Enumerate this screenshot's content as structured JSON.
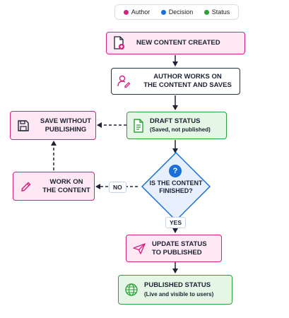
{
  "legend": [
    {
      "label": "Author",
      "color": "#d6227f"
    },
    {
      "label": "Decision",
      "color": "#1a6fd8"
    },
    {
      "label": "Status",
      "color": "#2ea03a"
    }
  ],
  "nodes": {
    "new_content": {
      "label": "NEW CONTENT CREATED",
      "icon": "document-add-icon"
    },
    "author_works": {
      "line1": "AUTHOR WORKS ON",
      "line2": "THE CONTENT AND SAVES",
      "icon": "user-edit-icon"
    },
    "draft_status": {
      "label": "DRAFT STATUS",
      "sub": "(Saved, not published)",
      "icon": "document-icon"
    },
    "save_without": {
      "line1": "SAVE WITHOUT",
      "line2": "PUBLISHING",
      "icon": "save-icon"
    },
    "decision": {
      "line1": "IS THE CONTENT",
      "line2": "FINISHED?",
      "icon": "question-icon",
      "icon_text": "?"
    },
    "work_on": {
      "line1": "WORK ON",
      "line2": "THE CONTENT",
      "icon": "pencil-icon"
    },
    "update_status": {
      "line1": "UPDATE STATUS",
      "line2": "TO PUBLISHED",
      "icon": "send-icon"
    },
    "published_status": {
      "label": "PUBLISHED STATUS",
      "sub": "(Live and visible to users)",
      "icon": "globe-icon"
    }
  },
  "edges": {
    "no_label": "NO",
    "yes_label": "YES"
  }
}
